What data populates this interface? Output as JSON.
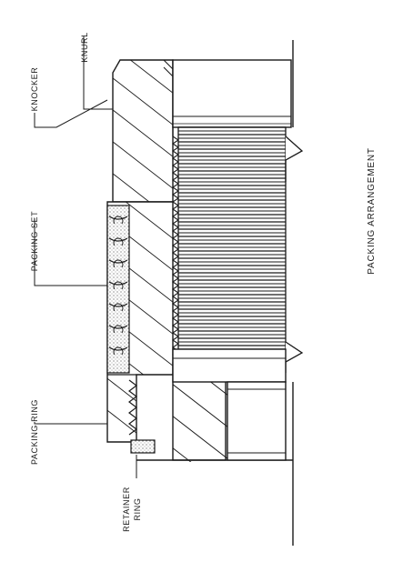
{
  "diagram": {
    "caption": "PACKING ARRANGEMENT",
    "labels": {
      "knocker": "KNOCKER",
      "knurl": "KNURL",
      "packing_set": "PACKING SET",
      "packing_ring": "PACKING RING",
      "retainer_ring_line1": "RETAINER",
      "retainer_ring_line2": "RING"
    },
    "colors": {
      "ink": "#1a1a1a",
      "paper": "#ffffff",
      "packing_fill": "#dcdcdc"
    }
  }
}
